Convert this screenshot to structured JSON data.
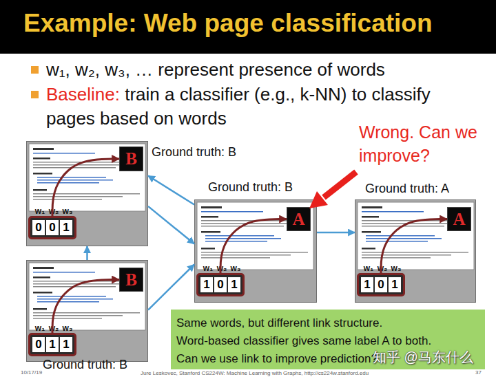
{
  "diagram": {
    "title": "Example: Web page classification",
    "nodes": [
      {
        "text": [
          "Ground truth: B"
        ]
      },
      {
        "text": [
          "B"
        ],
        "in": 0
      },
      {
        "text": [
          "w₁",
          "w₂",
          "w₃",
          "0",
          "0",
          "1"
        ],
        "in": 0
      },
      {
        "text": [
          "Ground truth: B"
        ]
      },
      {
        "text": [
          "A"
        ],
        "in": 3
      },
      {
        "text": [
          "w₁",
          "w₂",
          "w₃",
          "1",
          "0",
          "1"
        ],
        "in": 3
      },
      {
        "text": [
          "Ground truth: A"
        ]
      },
      {
        "text": [
          "A"
        ],
        "in": 6
      },
      {
        "text": [
          "w₁",
          "w₂",
          "w₃",
          "1",
          "0",
          "1"
        ],
        "in": 6
      },
      {
        "text": [
          "Ground truth: B"
        ]
      },
      {
        "text": [
          "B"
        ],
        "in": 9
      },
      {
        "text": [
          "w₁",
          "w₂",
          "w₃",
          "0",
          "1",
          "1"
        ],
        "in": 9
      },
      {
        "text": [
          "Same words, but different link structure.",
          "Word-based classifier gives same label A to both.",
          "Can we use link to improve prediction?"
        ]
      }
    ],
    "edges": [
      {
        "from": 3,
        "to": 0,
        "arrow": "to"
      },
      {
        "from": 0,
        "to": 3,
        "arrow": "to"
      },
      {
        "from": 9,
        "to": 0,
        "arrow": "to"
      },
      {
        "from": 9,
        "to": 3,
        "arrow": "to"
      },
      {
        "from": 3,
        "to": 6,
        "arrow": "to"
      },
      {
        "from": 2,
        "to": 1,
        "arrow": "to"
      },
      {
        "from": 5,
        "to": 4,
        "arrow": "to"
      },
      {
        "from": 8,
        "to": 7,
        "arrow": "to"
      },
      {
        "from": 11,
        "to": 10,
        "arrow": "to"
      }
    ],
    "labels": [
      "w₁, w₂, w₃, … represent presence of words",
      "Baseline:",
      "train a classifier (e.g., k-NN) to classify pages based on words",
      "Wrong. Can we improve?",
      "10/17/19",
      "Jure Leskovec, Stanford CS224W: Machine Learning with Graphs, http://cs224w.stanford.edu",
      "37",
      "知乎 @马东什么"
    ]
  }
}
